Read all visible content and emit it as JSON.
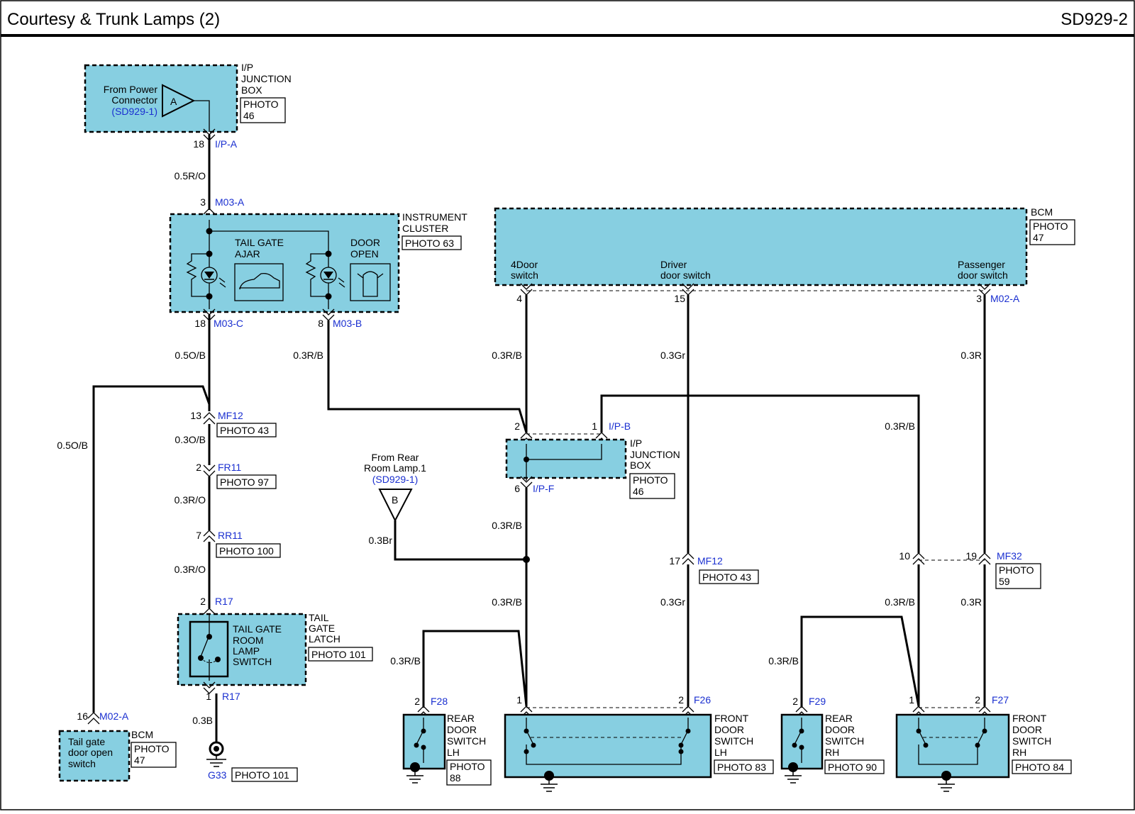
{
  "header": {
    "title": "Courtesy & Trunk Lamps (2)",
    "code": "SD929-2"
  },
  "ipjb_top": {
    "name_lines": [
      "I/P",
      "JUNCTION",
      "BOX"
    ],
    "photo_lines": [
      "PHOTO",
      "46"
    ],
    "from_lines": [
      "From Power",
      "Connector"
    ],
    "from_ref": "(SD929-1)",
    "connector_letter": "A",
    "pin": "18",
    "conn": "I/P-A"
  },
  "wire_05RO": "0.5R/O",
  "cluster": {
    "name_lines": [
      "INSTRUMENT",
      "CLUSTER"
    ],
    "photo": "PHOTO 63",
    "tailgate_lines": [
      "TAIL GATE",
      "AJAR"
    ],
    "door_lines": [
      "DOOR",
      "OPEN"
    ],
    "pin_in": "3",
    "conn_in": "M03-A",
    "pin_c": "18",
    "conn_c": "M03-C",
    "pin_b": "8",
    "conn_b": "M03-B"
  },
  "wires_left": {
    "w1": "0.5O/B",
    "w2": "0.3O/B",
    "w3": "0.3R/O",
    "w4": "0.3R/O",
    "w5": "0.3B",
    "branch": "0.5O/B",
    "cl_b": "0.3R/B"
  },
  "connectors_left": {
    "mf12_pin": "13",
    "mf12": "MF12",
    "mf12_photo": "PHOTO 43",
    "fr11_pin": "2",
    "fr11": "FR11",
    "fr11_photo": "PHOTO 97",
    "rr11_pin": "7",
    "rr11": "RR11",
    "rr11_photo": "PHOTO 100",
    "r17_pin_top": "2",
    "r17_top": "R17",
    "r17_pin_bot": "1",
    "r17_bot": "R17"
  },
  "tailgate_switch": {
    "label_lines": [
      "TAIL GATE",
      "ROOM",
      "LAMP",
      "SWITCH"
    ],
    "name_lines": [
      "TAIL",
      "GATE",
      "LATCH"
    ],
    "photo": "PHOTO 101"
  },
  "ground_g33": {
    "name": "G33",
    "photo": "PHOTO 101"
  },
  "bcm_left": {
    "label_lines": [
      "Tail gate",
      "door open",
      "switch"
    ],
    "name": "BCM",
    "photo_lines": [
      "PHOTO",
      "47"
    ],
    "pin": "16",
    "conn": "M02-A"
  },
  "bcm": {
    "name": "BCM",
    "photo_lines": [
      "PHOTO",
      "47"
    ],
    "sw1_lines": [
      "4Door",
      "switch"
    ],
    "sw2_lines": [
      "Driver",
      "door switch"
    ],
    "sw3_lines": [
      "Passenger",
      "door switch"
    ],
    "pin1": "4",
    "pin2": "15",
    "pin3": "3",
    "conn": "M02-A"
  },
  "wires_right": {
    "w4d": "0.3R/B",
    "wdrv": "0.3Gr",
    "wpas": "0.3R",
    "wjb": "0.3R/B",
    "wbr": "0.3Br",
    "wlh": "0.3R/B",
    "wdrv2": "0.3Gr",
    "wrh_top": "0.3R/B",
    "wrh": "0.3R/B",
    "wpas2": "0.3R",
    "wrlh": "0.3R/B",
    "wrrh": "0.3R/B"
  },
  "ipjb_mid": {
    "name_lines": [
      "I/P",
      "JUNCTION",
      "BOX"
    ],
    "photo_lines": [
      "PHOTO",
      "46"
    ],
    "pin2": "2",
    "pin1": "1",
    "conn_b": "I/P-B",
    "pin6": "6",
    "conn_f": "I/P-F"
  },
  "rear_room": {
    "lines": [
      "From Rear",
      "Room Lamp.1"
    ],
    "ref": "(SD929-1)",
    "letter": "B"
  },
  "mf12_right": {
    "pin": "17",
    "conn": "MF12",
    "photo": "PHOTO 43"
  },
  "mf32": {
    "pin_a": "10",
    "pin_b": "19",
    "conn": "MF32",
    "photo_lines": [
      "PHOTO",
      "59"
    ]
  },
  "rear_lh": {
    "name_lines": [
      "REAR",
      "DOOR",
      "SWITCH",
      "LH"
    ],
    "photo_lines": [
      "PHOTO",
      "88"
    ],
    "pin": "2",
    "conn": "F28"
  },
  "front_lh": {
    "name_lines": [
      "FRONT",
      "DOOR",
      "SWITCH",
      "LH"
    ],
    "photo": "PHOTO 83",
    "pin1": "1",
    "pin2": "2",
    "conn": "F26"
  },
  "rear_rh": {
    "name_lines": [
      "REAR",
      "DOOR",
      "SWITCH",
      "RH"
    ],
    "photo": "PHOTO 90",
    "pin": "2",
    "conn": "F29"
  },
  "front_rh": {
    "name_lines": [
      "FRONT",
      "DOOR",
      "SWITCH",
      "RH"
    ],
    "photo": "PHOTO 84",
    "pin1": "1",
    "pin2": "2",
    "conn": "F27"
  }
}
